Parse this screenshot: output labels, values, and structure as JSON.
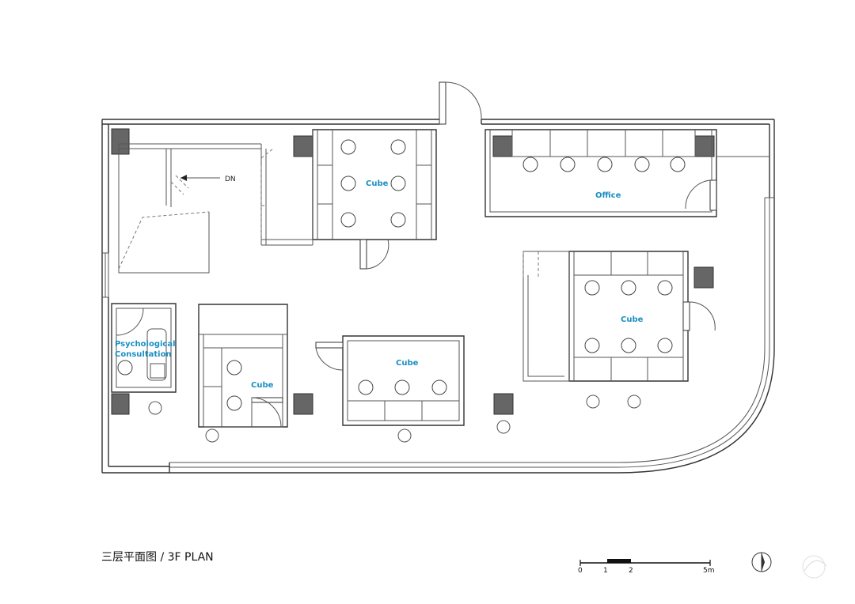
{
  "plan": {
    "title": "三层平面图 / 3F PLAN",
    "stair_label": "DN",
    "rooms": {
      "cube_top": "Cube",
      "office": "Office",
      "cube_right": "Cube",
      "psych_line1": "Psychological",
      "psych_line2": "Consultation",
      "cube_left": "Cube",
      "cube_center": "Cube"
    },
    "scale": {
      "t0": "0",
      "t1": "1",
      "t2": "2",
      "t5": "5m"
    }
  }
}
